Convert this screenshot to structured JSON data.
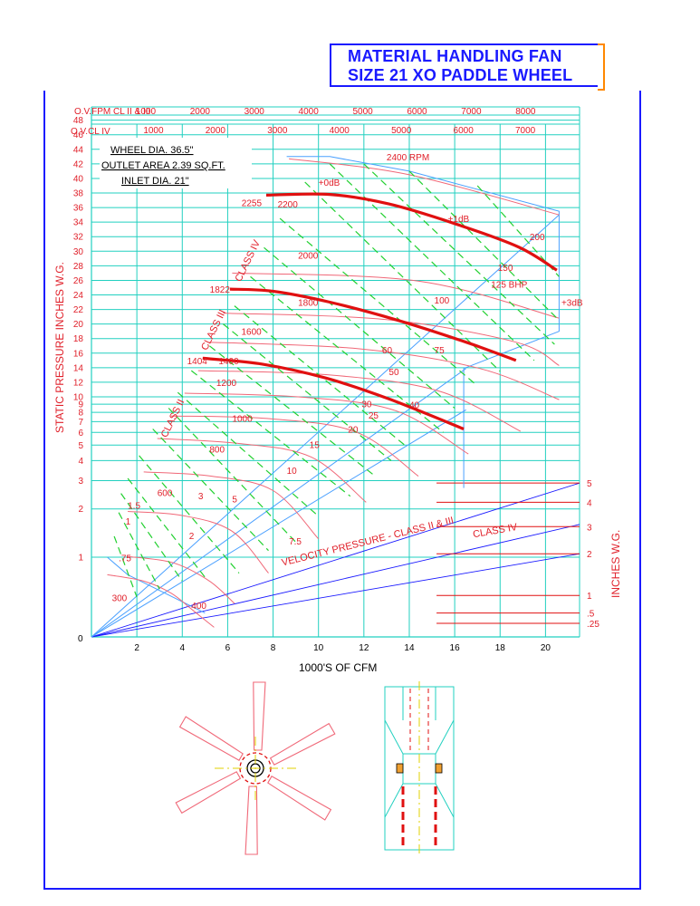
{
  "title": {
    "line1": "MATERIAL HANDLING FAN",
    "line2": "SIZE 21 XO  PADDLE WHEEL"
  },
  "specs": [
    "WHEEL DIA. 36.5\"",
    "OUTLET AREA 2.39 SQ.FT.",
    "INLET DIA. 21\""
  ],
  "colors": {
    "grid": "#22d0c0",
    "text": "#e0202a",
    "bhp": "#22d030",
    "accent": "#1a1aff",
    "curve": "#f06878",
    "heavy": "#e01010"
  },
  "chart_data": {
    "type": "line",
    "xlabel": "1000'S OF CFM",
    "ylabel": "STATIC PRESSURE INCHES W.G.",
    "y2label": "INCHES W.G.",
    "xlim": [
      0,
      21.5
    ],
    "ylim": [
      0,
      48
    ],
    "x_ticks": [
      "2",
      "4",
      "6",
      "8",
      "10",
      "12",
      "14",
      "16",
      "18",
      "20"
    ],
    "y_ticks": [
      {
        "v": 1,
        "label": "1"
      },
      {
        "v": 2,
        "label": "2"
      },
      {
        "v": 3,
        "label": "3"
      },
      {
        "v": 4,
        "label": "4"
      },
      {
        "v": 5,
        "label": "5"
      },
      {
        "v": 6,
        "label": "6"
      },
      {
        "v": 7,
        "label": "7"
      },
      {
        "v": 8,
        "label": "8"
      },
      {
        "v": 9,
        "label": "9"
      },
      {
        "v": 10,
        "label": "10"
      },
      {
        "v": 12,
        "label": "12"
      },
      {
        "v": 14,
        "label": "14"
      },
      {
        "v": 16,
        "label": "16"
      },
      {
        "v": 18,
        "label": "18"
      },
      {
        "v": 20,
        "label": "20"
      },
      {
        "v": 22,
        "label": "22"
      },
      {
        "v": 24,
        "label": "24"
      },
      {
        "v": 26,
        "label": "26"
      },
      {
        "v": 28,
        "label": "28"
      },
      {
        "v": 30,
        "label": "30"
      },
      {
        "v": 32,
        "label": "32"
      },
      {
        "v": 34,
        "label": "34"
      },
      {
        "v": 36,
        "label": "36"
      },
      {
        "v": 38,
        "label": "38"
      },
      {
        "v": 40,
        "label": "40"
      },
      {
        "v": 42,
        "label": "42"
      },
      {
        "v": 44,
        "label": "44"
      },
      {
        "v": 46,
        "label": "46"
      },
      {
        "v": 48,
        "label": "48"
      }
    ],
    "origin_label": "0",
    "ovfpm_2_3_label": "O.V.FPM CL II & III",
    "ovfpm_2_3_ticks": [
      {
        "label": "1000",
        "x": 2.39
      },
      {
        "label": "2000",
        "x": 4.78
      },
      {
        "label": "3000",
        "x": 7.17
      },
      {
        "label": "4000",
        "x": 9.56
      },
      {
        "label": "5000",
        "x": 11.95
      },
      {
        "label": "6000",
        "x": 14.34
      },
      {
        "label": "7000",
        "x": 16.73
      },
      {
        "label": "8000",
        "x": 19.12
      }
    ],
    "ovfpm_4_label": "O.V.CL IV",
    "ovfpm_4_ticks": [
      {
        "label": "1000",
        "x": 2.73
      },
      {
        "label": "2000",
        "x": 5.46
      },
      {
        "label": "3000",
        "x": 8.19
      },
      {
        "label": "4000",
        "x": 10.92
      },
      {
        "label": "5000",
        "x": 13.65
      },
      {
        "label": "6000",
        "x": 16.38
      },
      {
        "label": "7000",
        "x": 19.11
      }
    ],
    "rpm_curves": [
      {
        "label": "300",
        "points": [
          [
            0.7,
            0.78
          ],
          [
            2.3,
            0.7
          ],
          [
            3.5,
            0.55
          ],
          [
            4.4,
            0.35
          ],
          [
            5.4,
            0.12
          ]
        ],
        "label_pos": [
          0.9,
          0.45
        ]
      },
      {
        "label": "400",
        "points": [
          [
            1.6,
            1.01
          ],
          [
            3.6,
            0.93
          ],
          [
            5.2,
            0.7
          ],
          [
            6.3,
            0.42
          ]
        ],
        "label_pos": [
          4.4,
          0.35
        ]
      },
      {
        "label": "600",
        "points": [
          [
            1.6,
            1.93
          ],
          [
            4.0,
            1.82
          ],
          [
            6.2,
            1.45
          ],
          [
            7.8,
            0.8
          ]
        ],
        "label_pos": [
          2.9,
          2.4
        ]
      },
      {
        "label": "800",
        "points": [
          [
            2.3,
            3.4
          ],
          [
            5.3,
            3.2
          ],
          [
            8.0,
            2.6
          ],
          [
            10.0,
            1.3
          ]
        ],
        "label_pos": [
          5.2,
          4.5
        ]
      },
      {
        "label": "1000",
        "points": [
          [
            2.9,
            5.5
          ],
          [
            6.6,
            5.1
          ],
          [
            9.7,
            4.2
          ],
          [
            12.1,
            2.2
          ]
        ],
        "label_pos": [
          6.2,
          7.0
        ]
      },
      {
        "label": "1200",
        "points": [
          [
            3.5,
            7.6
          ],
          [
            7.9,
            7.3
          ],
          [
            11.7,
            6.0
          ],
          [
            14.4,
            3.2
          ]
        ],
        "label_pos": [
          5.5,
          11.5
        ]
      },
      {
        "label": "1400",
        "points": [
          [
            4.1,
            10.5
          ],
          [
            9.1,
            10.0
          ],
          [
            13.4,
            8.2
          ],
          [
            16.6,
            4.4
          ]
        ],
        "label_pos": [
          5.6,
          14.5
        ]
      },
      {
        "label": "1600",
        "points": [
          [
            4.7,
            13.6
          ],
          [
            10.5,
            13.0
          ],
          [
            15.3,
            10.8
          ],
          [
            18.9,
            6.1
          ]
        ],
        "label_pos": [
          6.6,
          18.5
        ]
      },
      {
        "label": "1800",
        "points": [
          [
            5.2,
            17.5
          ],
          [
            11.8,
            16.6
          ],
          [
            17.1,
            13.9
          ],
          [
            20.6,
            9.6
          ]
        ],
        "label_pos": [
          9.1,
          22.5
        ]
      },
      {
        "label": "2000",
        "points": [
          [
            5.8,
            21.5
          ],
          [
            13.0,
            20.6
          ],
          [
            18.7,
            17.5
          ],
          [
            20.6,
            14.3
          ]
        ],
        "label_pos": [
          9.1,
          29.0
        ]
      },
      {
        "label": "2200",
        "points": [
          [
            6.2,
            27.0
          ],
          [
            14.4,
            25.9
          ],
          [
            20.6,
            20.8
          ]
        ],
        "label_pos": [
          8.2,
          36.0
        ]
      },
      {
        "label": "2400 RPM",
        "points": [
          [
            8.7,
            42.7
          ],
          [
            14.0,
            40.5
          ],
          [
            20.6,
            35.0
          ]
        ],
        "label_pos": [
          13.0,
          42.5
        ]
      }
    ],
    "max_rpm_curves": [
      {
        "rpm_label": "1404",
        "label_pos": [
          5.1,
          14.5
        ],
        "points": [
          [
            4.9,
            15.3
          ],
          [
            7.5,
            14.5
          ],
          [
            10.3,
            12.6
          ],
          [
            13.1,
            9.7
          ],
          [
            16.4,
            6.3
          ]
        ]
      },
      {
        "rpm_label": "1822",
        "label_pos": [
          6.1,
          24.3
        ],
        "points": [
          [
            6.1,
            24.8
          ],
          [
            8.0,
            24.5
          ],
          [
            10.5,
            23.0
          ],
          [
            13.4,
            20.6
          ],
          [
            16.5,
            17.5
          ],
          [
            18.7,
            15.0
          ]
        ]
      },
      {
        "rpm_label": "2255",
        "label_pos": [
          7.5,
          36.2
        ],
        "points": [
          [
            7.7,
            37.7
          ],
          [
            10.5,
            37.8
          ],
          [
            13.1,
            36.5
          ],
          [
            16.0,
            33.8
          ],
          [
            18.8,
            30.6
          ],
          [
            20.5,
            27.4
          ]
        ]
      }
    ],
    "class_lines": [
      {
        "label": "CLASS II",
        "end": [
          16.5,
          8.3
        ],
        "label_pos": [
          3.7,
          7.2
        ],
        "angle": -64
      },
      {
        "label": "CLASS III",
        "end": [
          16.5,
          13.9
        ],
        "label_pos": [
          5.5,
          19.0
        ],
        "angle": -64
      },
      {
        "label": "CLASS IV",
        "end": [
          20.6,
          35.0
        ],
        "label_pos": [
          7.0,
          28.5
        ],
        "angle": -64
      }
    ],
    "envelope": [
      [
        8.6,
        43.0
      ],
      [
        10.5,
        43.0
      ],
      [
        14.0,
        41.0
      ],
      [
        20.6,
        35.5
      ],
      [
        20.6,
        19.0
      ],
      [
        16.4,
        13.9
      ],
      [
        16.4,
        2.7
      ]
    ],
    "bhp_lines": [
      {
        "label": ".75",
        "points": [
          [
            1.0,
            1.35
          ],
          [
            2.0,
            0.5
          ]
        ],
        "label_pos": [
          1.2,
          0.95
        ]
      },
      {
        "label": "1",
        "points": [
          [
            1.2,
            1.9
          ],
          [
            3.0,
            0.6
          ]
        ],
        "label_pos": [
          1.5,
          1.6
        ]
      },
      {
        "label": "1.5",
        "points": [
          [
            1.3,
            2.5
          ],
          [
            4.0,
            0.7
          ]
        ],
        "label_pos": [
          1.6,
          2.0
        ]
      },
      {
        "label": "2",
        "points": [
          [
            1.6,
            3.1
          ],
          [
            5.0,
            0.75
          ]
        ],
        "label_pos": [
          4.3,
          1.3
        ]
      },
      {
        "label": "3",
        "points": [
          [
            2.1,
            4.3
          ],
          [
            6.5,
            0.8
          ]
        ],
        "label_pos": [
          4.7,
          2.3
        ]
      },
      {
        "label": "5",
        "points": [
          [
            2.7,
            6.3
          ],
          [
            7.8,
            1.1
          ]
        ],
        "label_pos": [
          6.2,
          2.2
        ]
      },
      {
        "label": "7.5",
        "points": [
          [
            3.4,
            8.5
          ],
          [
            9.1,
            1.2
          ]
        ],
        "label_pos": [
          8.7,
          1.2
        ]
      },
      {
        "label": "10",
        "points": [
          [
            3.8,
            10.6
          ],
          [
            10.0,
            1.8
          ]
        ],
        "label_pos": [
          8.6,
          3.3
        ]
      },
      {
        "label": "15",
        "points": [
          [
            4.4,
            13.6
          ],
          [
            11.4,
            2.4
          ]
        ],
        "label_pos": [
          9.6,
          4.8
        ]
      },
      {
        "label": "20",
        "points": [
          [
            5.2,
            17.0
          ],
          [
            12.5,
            3.2
          ]
        ],
        "label_pos": [
          11.3,
          6.0
        ]
      },
      {
        "label": "25",
        "points": [
          [
            5.8,
            20.0
          ],
          [
            13.2,
            4.0
          ]
        ],
        "label_pos": [
          12.2,
          7.3
        ]
      },
      {
        "label": "30",
        "points": [
          [
            6.3,
            22.5
          ],
          [
            13.8,
            5.0
          ]
        ],
        "label_pos": [
          11.9,
          8.6
        ]
      },
      {
        "label": "40",
        "points": [
          [
            7.0,
            26.5
          ],
          [
            15.5,
            6.0
          ]
        ],
        "label_pos": [
          14.0,
          8.5
        ]
      },
      {
        "label": "50",
        "points": [
          [
            7.6,
            30.5
          ],
          [
            16.0,
            8.5
          ]
        ],
        "label_pos": [
          13.1,
          13.0
        ]
      },
      {
        "label": "60",
        "points": [
          [
            8.3,
            34.5
          ],
          [
            17.0,
            11.5
          ]
        ],
        "label_pos": [
          12.8,
          16.0
        ]
      },
      {
        "label": "75",
        "points": [
          [
            9.4,
            39.5
          ],
          [
            18.0,
            13.5
          ]
        ],
        "label_pos": [
          15.1,
          16.0
        ]
      },
      {
        "label": "100",
        "points": [
          [
            10.5,
            42.0
          ],
          [
            19.5,
            15.0
          ]
        ],
        "label_pos": [
          15.1,
          22.8
        ]
      },
      {
        "label": "125 BHP",
        "points": [
          [
            12.0,
            42.0
          ],
          [
            20.4,
            17.2
          ]
        ],
        "label_pos": [
          17.6,
          25.0
        ]
      },
      {
        "label": "150",
        "points": [
          [
            14.0,
            41.0
          ],
          [
            20.6,
            20.5
          ]
        ],
        "label_pos": [
          17.9,
          27.3
        ]
      },
      {
        "label": "200",
        "points": [
          [
            17.0,
            39.0
          ],
          [
            20.6,
            26.5
          ]
        ],
        "label_pos": [
          19.3,
          31.5
        ]
      }
    ],
    "db_labels": [
      {
        "label": "+0dB",
        "pos": [
          10.0,
          39.0
        ]
      },
      {
        "label": "+1dB",
        "pos": [
          15.7,
          34.0
        ]
      },
      {
        "label": "+3dB",
        "pos": [
          20.7,
          22.5
        ]
      }
    ],
    "velocity_label": "VELOCITY PRESSURE - CLASS II & III",
    "velocity_class4_label": "CLASS IV",
    "vp_scale": [
      {
        "label": "5",
        "v": 2.9
      },
      {
        "label": "4",
        "v": 2.2
      },
      {
        "label": "3",
        "v": 1.55
      },
      {
        "label": "2",
        "v": 1.05
      },
      {
        "label": "1",
        "v": 0.52
      },
      {
        "label": ".5",
        "v": 0.3
      },
      {
        "label": ".25",
        "v": 0.17
      }
    ]
  }
}
